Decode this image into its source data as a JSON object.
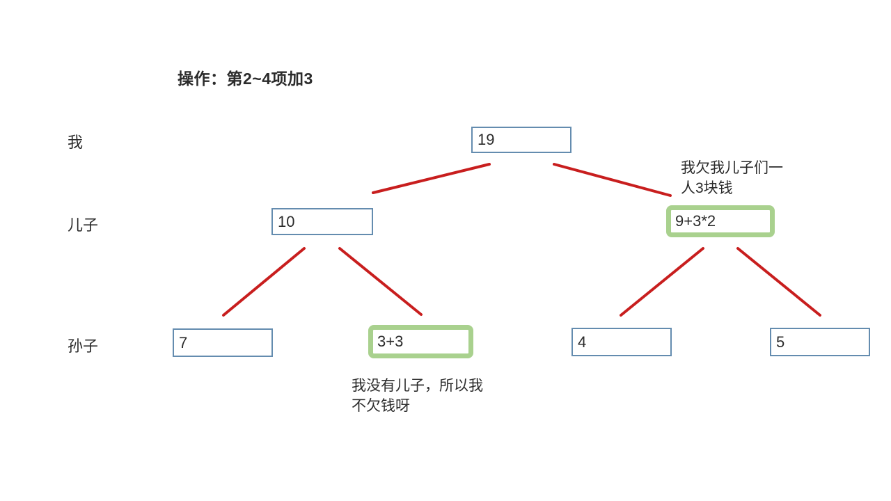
{
  "title": "操作：第2~4项加3",
  "row_labels": {
    "me": "我",
    "son": "儿子",
    "grandson": "孙子"
  },
  "tree": {
    "root": {
      "value": "19",
      "highlighted": false
    },
    "children": [
      {
        "value": "10",
        "highlighted": false
      },
      {
        "value": "9+3*2",
        "highlighted": true
      }
    ],
    "grandchildren": [
      {
        "value": "7",
        "highlighted": false
      },
      {
        "value": "3+3",
        "highlighted": true
      },
      {
        "value": "4",
        "highlighted": false
      },
      {
        "value": "5",
        "highlighted": false
      }
    ]
  },
  "annotations": {
    "owe_sons": "我欠我儿子们一\n人3块钱",
    "no_sons": "我没有儿子，所以我\n不欠钱呀"
  },
  "colors": {
    "edge_red": "#c81e1e",
    "box_border_blue": "#648caf",
    "highlight_green": "#a9d18e",
    "text_color": "#2b2b2b"
  }
}
